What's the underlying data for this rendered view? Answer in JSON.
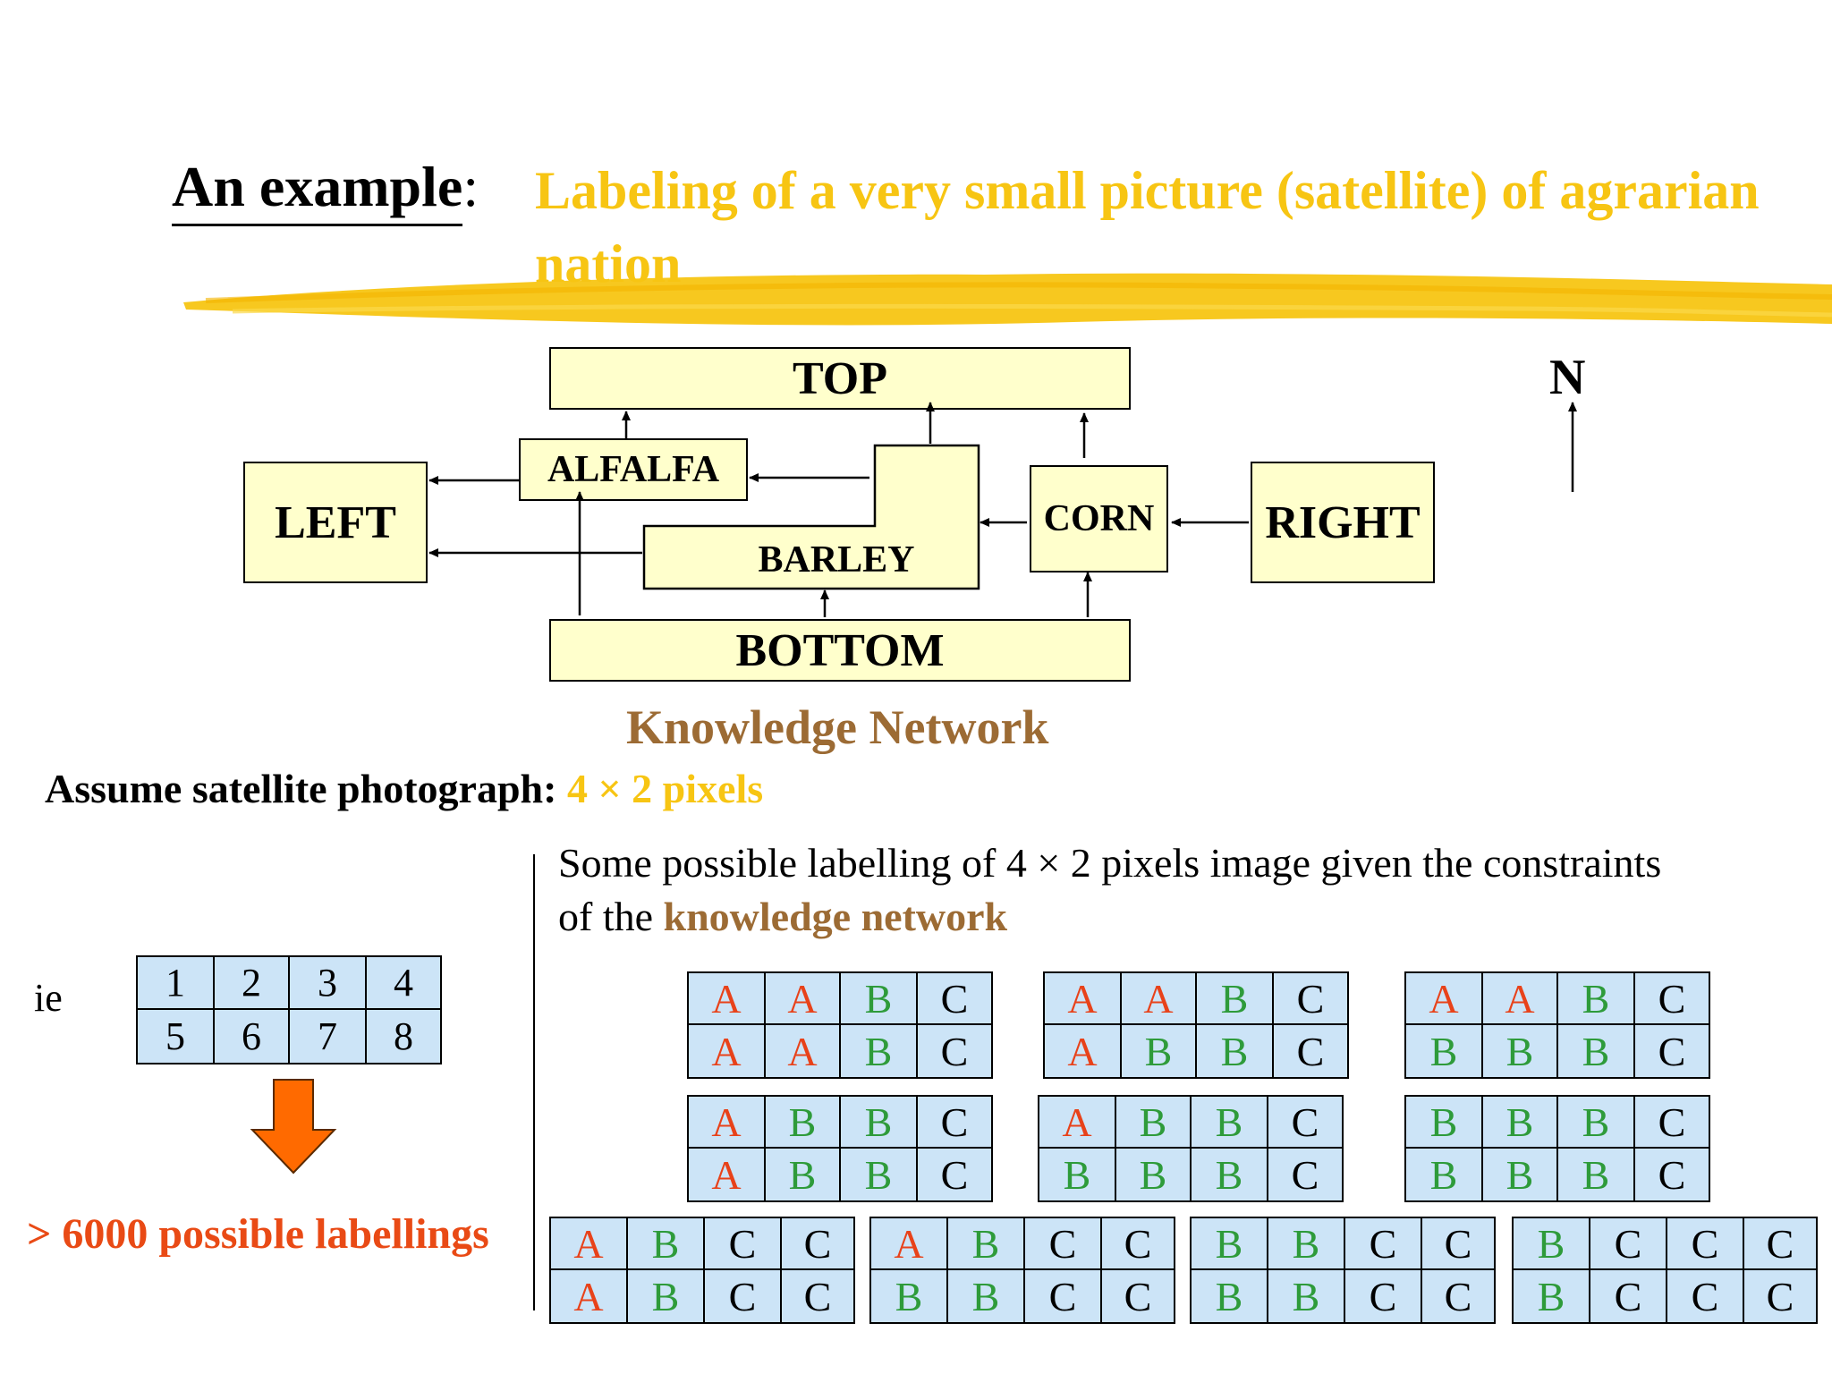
{
  "title": {
    "label": "An example",
    "colon": ":",
    "text": "Labeling of a very small picture (satellite) of agrarian nation"
  },
  "network": {
    "top": "TOP",
    "bottom": "BOTTOM",
    "left": "LEFT",
    "right": "RIGHT",
    "alfalfa": "ALFALFA",
    "barley": "BARLEY",
    "corn": "CORN",
    "north": "N",
    "caption": "Knowledge Network"
  },
  "assume": {
    "prefix": "Assume satellite photograph: ",
    "highlight": "4 × 2 pixels"
  },
  "pixels": {
    "prefix": "ie",
    "cells": [
      "1",
      "2",
      "3",
      "4",
      "5",
      "6",
      "7",
      "8"
    ]
  },
  "count_text": "> 6000 possible labellings",
  "description": {
    "line1": "Some possible labelling of 4 × 2 pixels image given the constraints",
    "line2_prefix": "of the ",
    "line2_highlight": "knowledge network"
  },
  "colors": {
    "A": "#e8421a",
    "B": "#2e9b3a",
    "C": "#000000",
    "title_yellow": "#f7c513",
    "caption_brown": "#9c6b34",
    "count_red": "#e94a15",
    "box_fill": "#ffffcc",
    "grid_fill": "#cce4f7"
  },
  "labellings": [
    [
      "A",
      "A",
      "B",
      "C",
      "A",
      "A",
      "B",
      "C"
    ],
    [
      "A",
      "A",
      "B",
      "C",
      "A",
      "B",
      "B",
      "C"
    ],
    [
      "A",
      "A",
      "B",
      "C",
      "B",
      "B",
      "B",
      "C"
    ],
    [
      "A",
      "B",
      "B",
      "C",
      "A",
      "B",
      "B",
      "C"
    ],
    [
      "A",
      "B",
      "B",
      "C",
      "B",
      "B",
      "B",
      "C"
    ],
    [
      "B",
      "B",
      "B",
      "C",
      "B",
      "B",
      "B",
      "C"
    ],
    [
      "A",
      "B",
      "C",
      "C",
      "A",
      "B",
      "C",
      "C"
    ],
    [
      "A",
      "B",
      "C",
      "C",
      "B",
      "B",
      "C",
      "C"
    ],
    [
      "B",
      "B",
      "C",
      "C",
      "B",
      "B",
      "C",
      "C"
    ],
    [
      "B",
      "C",
      "C",
      "C",
      "B",
      "C",
      "C",
      "C"
    ]
  ]
}
